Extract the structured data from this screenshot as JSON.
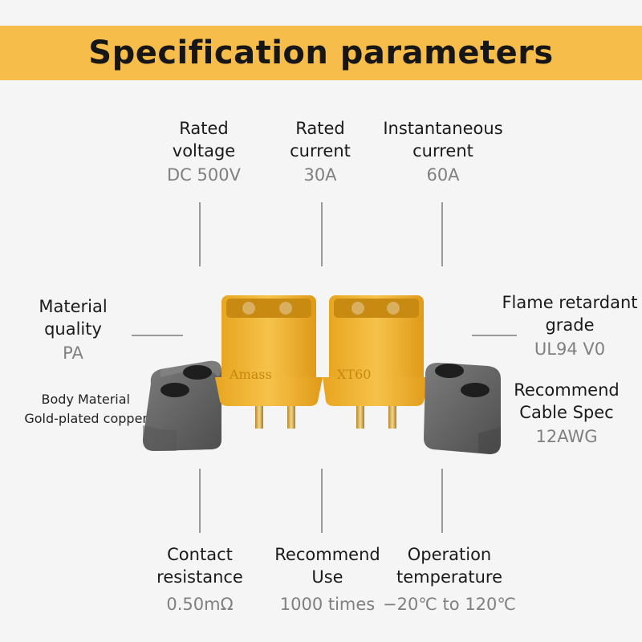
{
  "title": "Specification parameters",
  "specs": {
    "rated_voltage": {
      "label1": "Rated",
      "label2": "voltage",
      "value": "DC 500V"
    },
    "rated_current": {
      "label1": "Rated",
      "label2": "current",
      "value": "30A"
    },
    "instant_current": {
      "label1": "Instantaneous",
      "label2": "current",
      "value": "60A"
    },
    "material": {
      "label1": "Material",
      "label2": "quality",
      "value": "PA"
    },
    "flame": {
      "label1": "Flame retardant",
      "label2": "grade",
      "value": "UL94 V0"
    },
    "body_material": {
      "label1": "Body Material",
      "label2": "Gold-plated copper"
    },
    "cable_spec": {
      "label1": "Recommend",
      "label2": "Cable Spec",
      "value": "12AWG"
    },
    "contact_resistance": {
      "label1": "Contact",
      "label2": "resistance",
      "value": "0.50mΩ"
    },
    "recommend_use": {
      "label1": "Recommend",
      "label2": "Use",
      "value": "1000 times"
    },
    "operation_temp": {
      "label1": "Operation",
      "label2": "temperature",
      "value": "−20℃ to 120℃"
    }
  },
  "product": {
    "left_connector_marking": "Amass",
    "right_connector_marking": "XT60",
    "connector_color": "#f2b230",
    "cap_color": "#6a6a6a"
  }
}
